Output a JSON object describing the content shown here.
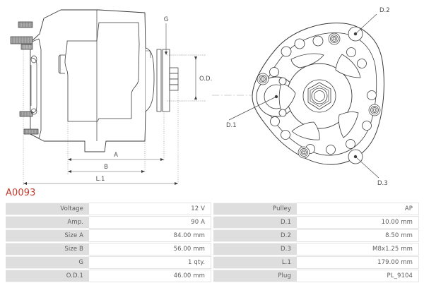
{
  "part": {
    "code": "A0093",
    "code_color": "#c0392b"
  },
  "drawings": {
    "side_view": {
      "name": "alternator-side-view",
      "labels": {
        "g": "G",
        "od1": "O.D.1",
        "a": "A",
        "b": "B",
        "l1": "L.1"
      }
    },
    "front_view": {
      "name": "alternator-front-view",
      "labels": {
        "d1": "D.1",
        "d2": "D.2",
        "d3": "D.3"
      }
    }
  },
  "specs": {
    "left": [
      {
        "label": "Voltage",
        "value": "12 V"
      },
      {
        "label": "Amp.",
        "value": "90 A"
      },
      {
        "label": "Size A",
        "value": "84.00 mm"
      },
      {
        "label": "Size B",
        "value": "56.00 mm"
      },
      {
        "label": "G",
        "value": "1 qty."
      },
      {
        "label": "O.D.1",
        "value": "46.00 mm"
      }
    ],
    "right": [
      {
        "label": "Pulley",
        "value": "AP"
      },
      {
        "label": "D.1",
        "value": "10.00 mm"
      },
      {
        "label": "D.2",
        "value": "8.50 mm"
      },
      {
        "label": "D.3",
        "value": "M8x1.25 mm"
      },
      {
        "label": "L.1",
        "value": "179.00 mm"
      },
      {
        "label": "Plug",
        "value": "PL_9104"
      }
    ]
  }
}
